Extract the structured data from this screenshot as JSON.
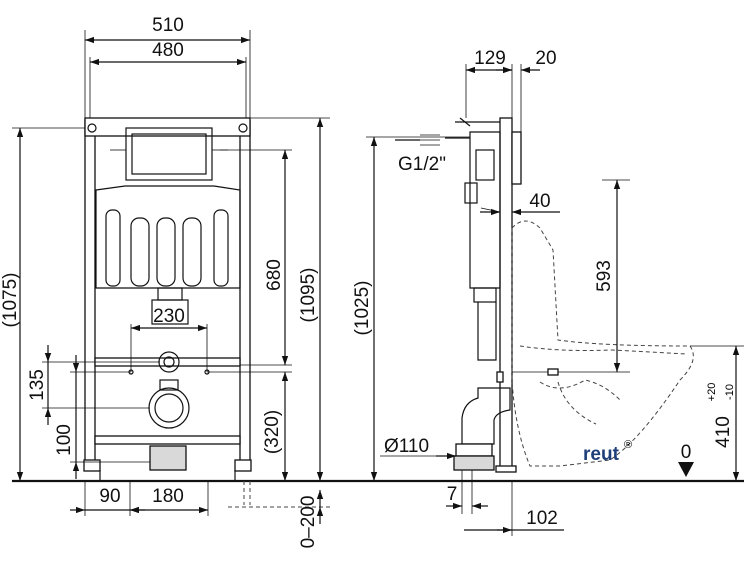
{
  "front_view": {
    "dim_total_width": "510",
    "dim_frame_width": "480",
    "dim_frame_height": "(1075)",
    "dim_plate_height": "680",
    "dim_overall_height": "(1095)",
    "dim_bolt_spacing": "230",
    "dim_135": "135",
    "dim_100": "100",
    "dim_320": "(320)",
    "dim_90": "90",
    "dim_180": "180",
    "dim_adjust": "0–200"
  },
  "side_view": {
    "dim_129": "129",
    "dim_20": "20",
    "water_inlet": "G1/2\"",
    "dim_40": "40",
    "dim_593": "593",
    "dim_1025": "(1025)",
    "dim_410": "410",
    "tol_plus": "+20",
    "tol_minus": "-10",
    "dim_110": "Ø110",
    "dim_7": "7",
    "dim_102": "102",
    "zero_level": "0",
    "brand": "reut",
    "brand_mark": "®"
  }
}
